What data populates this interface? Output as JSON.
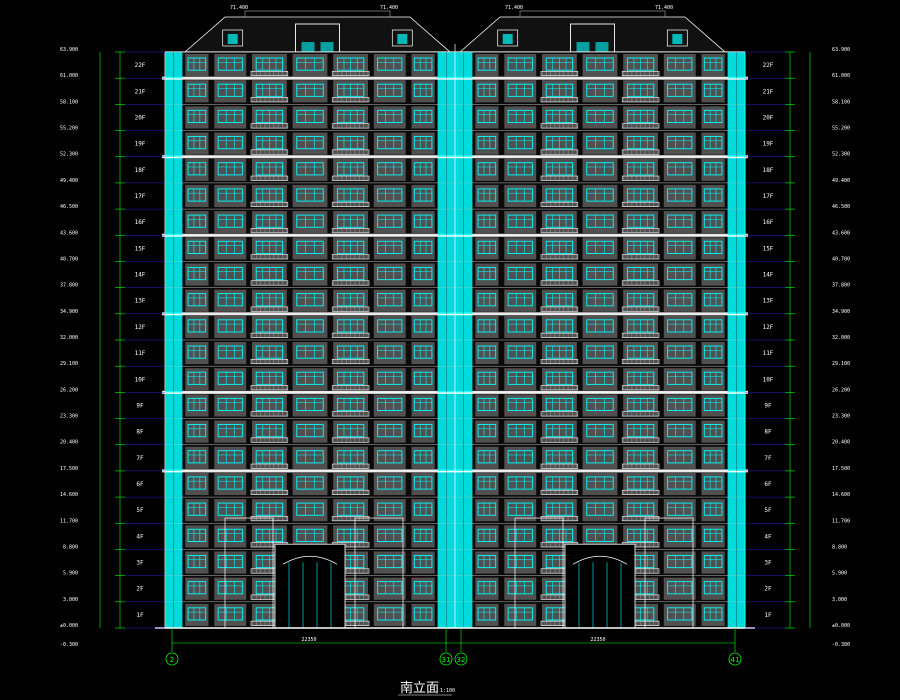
{
  "drawing": {
    "title": "南立面",
    "scale": "1:100",
    "colors": {
      "background": "#000000",
      "outline": "#ffffff",
      "glass": "#00ffff",
      "wall": "#8a8a8a",
      "dimension": "#00ff00",
      "gridline": "#2b2bff"
    }
  },
  "floors": {
    "labels": [
      "1F",
      "2F",
      "3F",
      "4F",
      "5F",
      "6F",
      "7F",
      "8F",
      "9F",
      "10F",
      "11F",
      "12F",
      "13F",
      "14F",
      "15F",
      "16F",
      "17F",
      "18F",
      "19F",
      "20F",
      "21F",
      "22F"
    ],
    "elevations": [
      "±0.000",
      "3.000",
      "5.900",
      "8.800",
      "11.700",
      "14.600",
      "17.500",
      "20.400",
      "23.300",
      "26.200",
      "29.100",
      "32.000",
      "34.900",
      "37.800",
      "40.700",
      "43.600",
      "46.500",
      "49.400",
      "52.300",
      "55.200",
      "58.100",
      "61.000",
      "63.900"
    ],
    "ground_level": "-0.300",
    "roof_labels": [
      "71.400",
      "71.400",
      "71.400",
      "71.400"
    ]
  },
  "axes": {
    "labels": [
      "2",
      "31",
      "32",
      "41"
    ],
    "bottom_dims": [
      "22350",
      "22350"
    ]
  }
}
